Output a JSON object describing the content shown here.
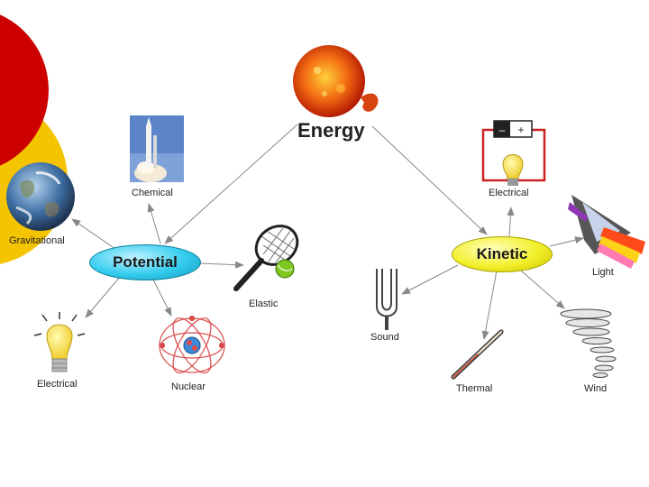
{
  "colors": {
    "accent_red": "#cc0000",
    "accent_yellow": "#f5c400",
    "potential_node": "#33ccee",
    "kinetic_node": "#f2ef2a",
    "arrow": "#888888"
  },
  "diagram": {
    "title": "Energy",
    "potential": {
      "label": "Potential",
      "children": [
        "Chemical",
        "Gravitational",
        "Elastic",
        "Electrical",
        "Nuclear"
      ]
    },
    "kinetic": {
      "label": "Kinetic",
      "children": [
        "Electrical",
        "Light",
        "Sound",
        "Thermal",
        "Wind"
      ]
    }
  },
  "icons": [
    "sun-icon",
    "rocket-icon",
    "earth-icon",
    "tennis-racket-icon",
    "light-bulb-icon",
    "atom-icon",
    "battery-circuit-icon",
    "prism-icon",
    "tuning-fork-icon",
    "thermometer-icon",
    "tornado-icon"
  ]
}
